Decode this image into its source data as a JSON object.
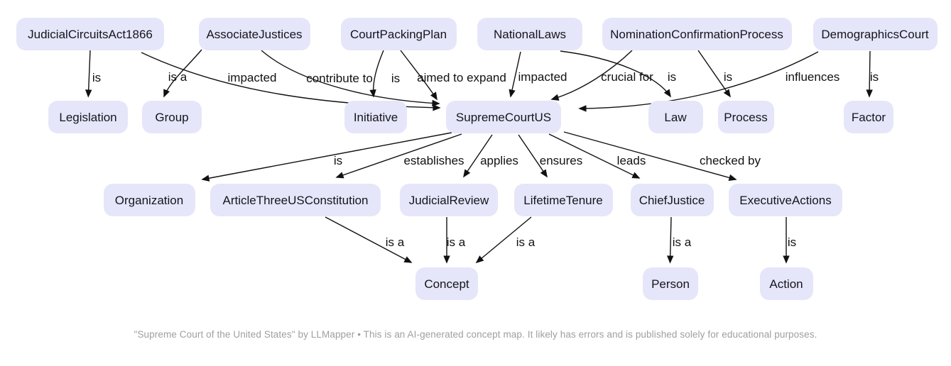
{
  "diagram": {
    "title": "Supreme Court of the United States",
    "colors": {
      "background": "#ffffff",
      "node_fill": "#e6e6fa",
      "node_text": "#15151f",
      "edge": "#111111",
      "footer_text": "#9f9f9f"
    },
    "nodes": [
      {
        "id": "JudicialCircuitsAct1866",
        "label": "JudicialCircuitsAct1866"
      },
      {
        "id": "AssociateJustices",
        "label": "AssociateJustices"
      },
      {
        "id": "CourtPackingPlan",
        "label": "CourtPackingPlan"
      },
      {
        "id": "NationalLaws",
        "label": "NationalLaws"
      },
      {
        "id": "NominationConfirmationProcess",
        "label": "NominationConfirmationProcess"
      },
      {
        "id": "DemographicsCourt",
        "label": "DemographicsCourt"
      },
      {
        "id": "Legislation",
        "label": "Legislation"
      },
      {
        "id": "Group",
        "label": "Group"
      },
      {
        "id": "Initiative",
        "label": "Initiative"
      },
      {
        "id": "SupremeCourtUS",
        "label": "SupremeCourtUS"
      },
      {
        "id": "Law",
        "label": "Law"
      },
      {
        "id": "Process",
        "label": "Process"
      },
      {
        "id": "Factor",
        "label": "Factor"
      },
      {
        "id": "Organization",
        "label": "Organization"
      },
      {
        "id": "ArticleThreeUSConstitution",
        "label": "ArticleThreeUSConstitution"
      },
      {
        "id": "JudicialReview",
        "label": "JudicialReview"
      },
      {
        "id": "LifetimeTenure",
        "label": "LifetimeTenure"
      },
      {
        "id": "ChiefJustice",
        "label": "ChiefJustice"
      },
      {
        "id": "ExecutiveActions",
        "label": "ExecutiveActions"
      },
      {
        "id": "Concept",
        "label": "Concept"
      },
      {
        "id": "Person",
        "label": "Person"
      },
      {
        "id": "Action",
        "label": "Action"
      }
    ],
    "edges": [
      {
        "from": "JudicialCircuitsAct1866",
        "to": "Legislation",
        "label": "is"
      },
      {
        "from": "AssociateJustices",
        "to": "Group",
        "label": "is a"
      },
      {
        "from": "JudicialCircuitsAct1866",
        "to": "SupremeCourtUS",
        "label": "impacted"
      },
      {
        "from": "AssociateJustices",
        "to": "SupremeCourtUS",
        "label": "contribute to"
      },
      {
        "from": "CourtPackingPlan",
        "to": "Initiative",
        "label": "is"
      },
      {
        "from": "CourtPackingPlan",
        "to": "SupremeCourtUS",
        "label": "aimed to expand"
      },
      {
        "from": "NationalLaws",
        "to": "SupremeCourtUS",
        "label": "impacted"
      },
      {
        "from": "NominationConfirmationProcess",
        "to": "SupremeCourtUS",
        "label": "crucial for"
      },
      {
        "from": "NationalLaws",
        "to": "Law",
        "label": "is"
      },
      {
        "from": "NominationConfirmationProcess",
        "to": "Process",
        "label": "is"
      },
      {
        "from": "DemographicsCourt",
        "to": "SupremeCourtUS",
        "label": "influences"
      },
      {
        "from": "DemographicsCourt",
        "to": "Factor",
        "label": "is"
      },
      {
        "from": "SupremeCourtUS",
        "to": "Organization",
        "label": "is"
      },
      {
        "from": "SupremeCourtUS",
        "to": "ArticleThreeUSConstitution",
        "label": "establishes"
      },
      {
        "from": "SupremeCourtUS",
        "to": "JudicialReview",
        "label": "applies"
      },
      {
        "from": "SupremeCourtUS",
        "to": "LifetimeTenure",
        "label": "ensures"
      },
      {
        "from": "SupremeCourtUS",
        "to": "ChiefJustice",
        "label": "leads"
      },
      {
        "from": "SupremeCourtUS",
        "to": "ExecutiveActions",
        "label": "checked by"
      },
      {
        "from": "ArticleThreeUSConstitution",
        "to": "Concept",
        "label": "is a"
      },
      {
        "from": "JudicialReview",
        "to": "Concept",
        "label": "is a"
      },
      {
        "from": "LifetimeTenure",
        "to": "Concept",
        "label": "is a"
      },
      {
        "from": "ChiefJustice",
        "to": "Person",
        "label": "is a"
      },
      {
        "from": "ExecutiveActions",
        "to": "Action",
        "label": "is"
      }
    ]
  },
  "footer": {
    "text": "\"Supreme Court of the United States\" by LLMapper • This is an AI-generated concept map. It likely has errors and is published solely for educational purposes."
  }
}
